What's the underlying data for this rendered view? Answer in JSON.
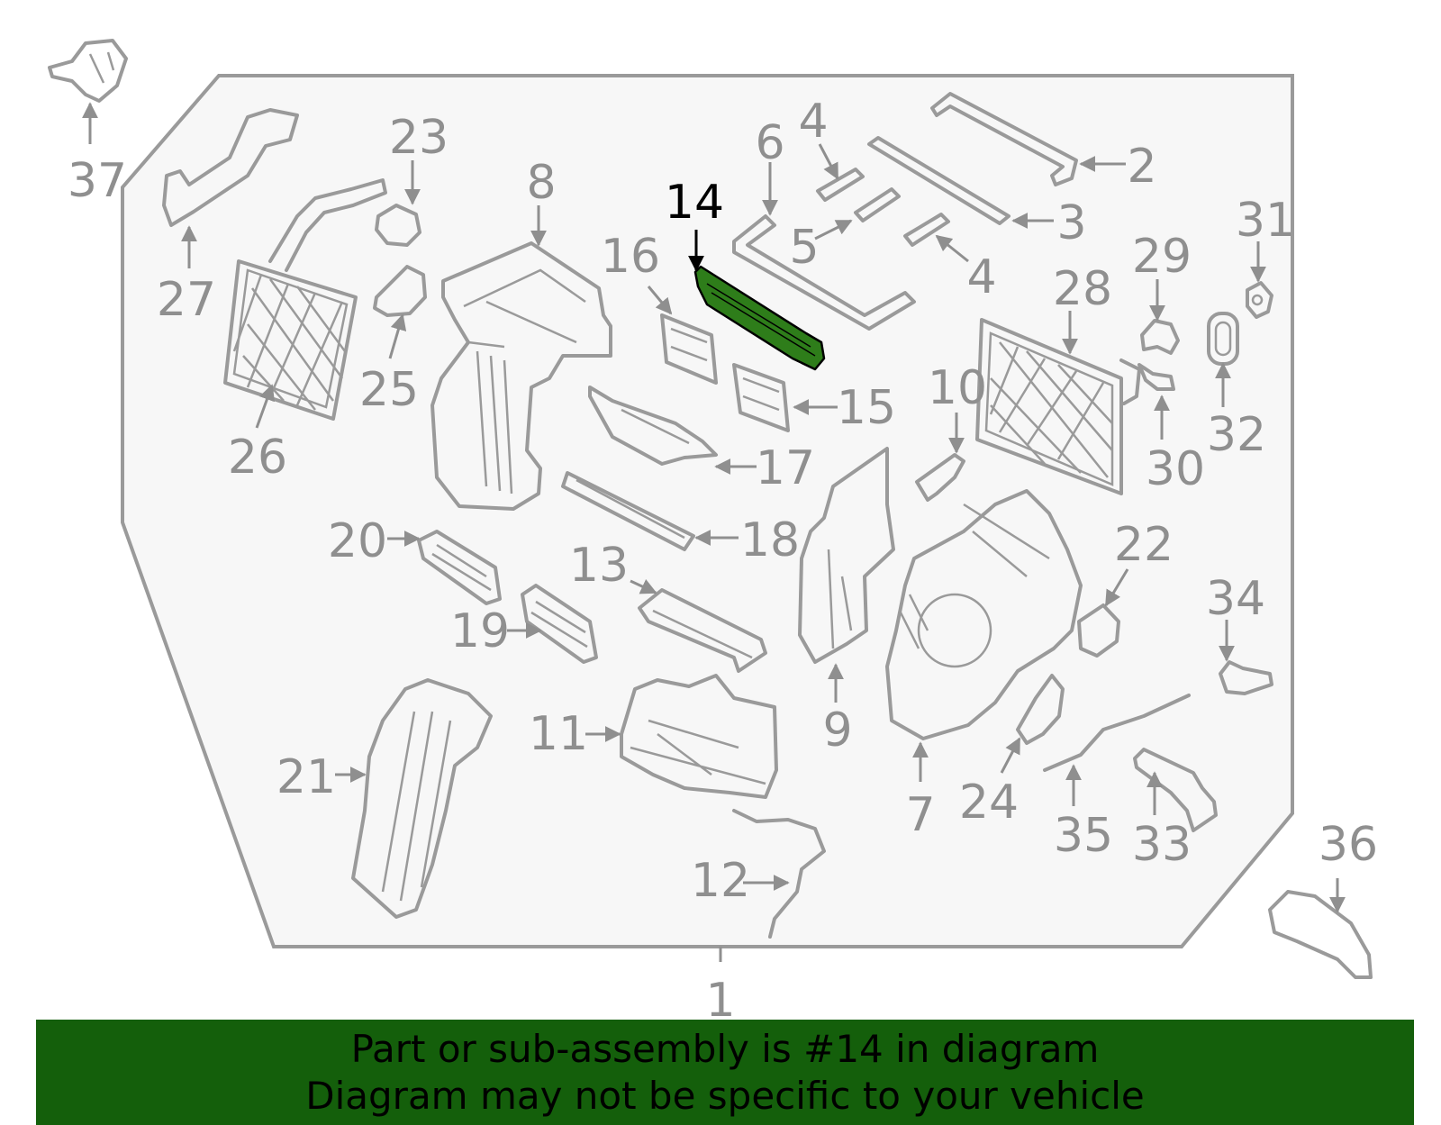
{
  "banner": {
    "line1": "Part or sub-assembly is #14 in diagram",
    "line2": "Diagram may not be specific to your vehicle"
  },
  "highlight": {
    "part": "14",
    "color": "#2e7d1a",
    "banner_color": "#145f0b"
  },
  "callouts": [
    {
      "id": "1",
      "label": "1"
    },
    {
      "id": "2",
      "label": "2"
    },
    {
      "id": "3",
      "label": "3"
    },
    {
      "id": "4a",
      "label": "4"
    },
    {
      "id": "4b",
      "label": "4"
    },
    {
      "id": "5",
      "label": "5"
    },
    {
      "id": "6",
      "label": "6"
    },
    {
      "id": "7",
      "label": "7"
    },
    {
      "id": "8",
      "label": "8"
    },
    {
      "id": "9",
      "label": "9"
    },
    {
      "id": "10",
      "label": "10"
    },
    {
      "id": "11",
      "label": "11"
    },
    {
      "id": "12",
      "label": "12"
    },
    {
      "id": "13",
      "label": "13"
    },
    {
      "id": "14",
      "label": "14"
    },
    {
      "id": "15",
      "label": "15"
    },
    {
      "id": "16",
      "label": "16"
    },
    {
      "id": "17",
      "label": "17"
    },
    {
      "id": "18",
      "label": "18"
    },
    {
      "id": "19",
      "label": "19"
    },
    {
      "id": "20",
      "label": "20"
    },
    {
      "id": "21",
      "label": "21"
    },
    {
      "id": "22",
      "label": "22"
    },
    {
      "id": "23",
      "label": "23"
    },
    {
      "id": "24",
      "label": "24"
    },
    {
      "id": "25",
      "label": "25"
    },
    {
      "id": "26",
      "label": "26"
    },
    {
      "id": "27",
      "label": "27"
    },
    {
      "id": "28",
      "label": "28"
    },
    {
      "id": "29",
      "label": "29"
    },
    {
      "id": "30",
      "label": "30"
    },
    {
      "id": "31",
      "label": "31"
    },
    {
      "id": "32",
      "label": "32"
    },
    {
      "id": "33",
      "label": "33"
    },
    {
      "id": "34",
      "label": "34"
    },
    {
      "id": "35",
      "label": "35"
    },
    {
      "id": "36",
      "label": "36"
    },
    {
      "id": "37",
      "label": "37"
    }
  ]
}
